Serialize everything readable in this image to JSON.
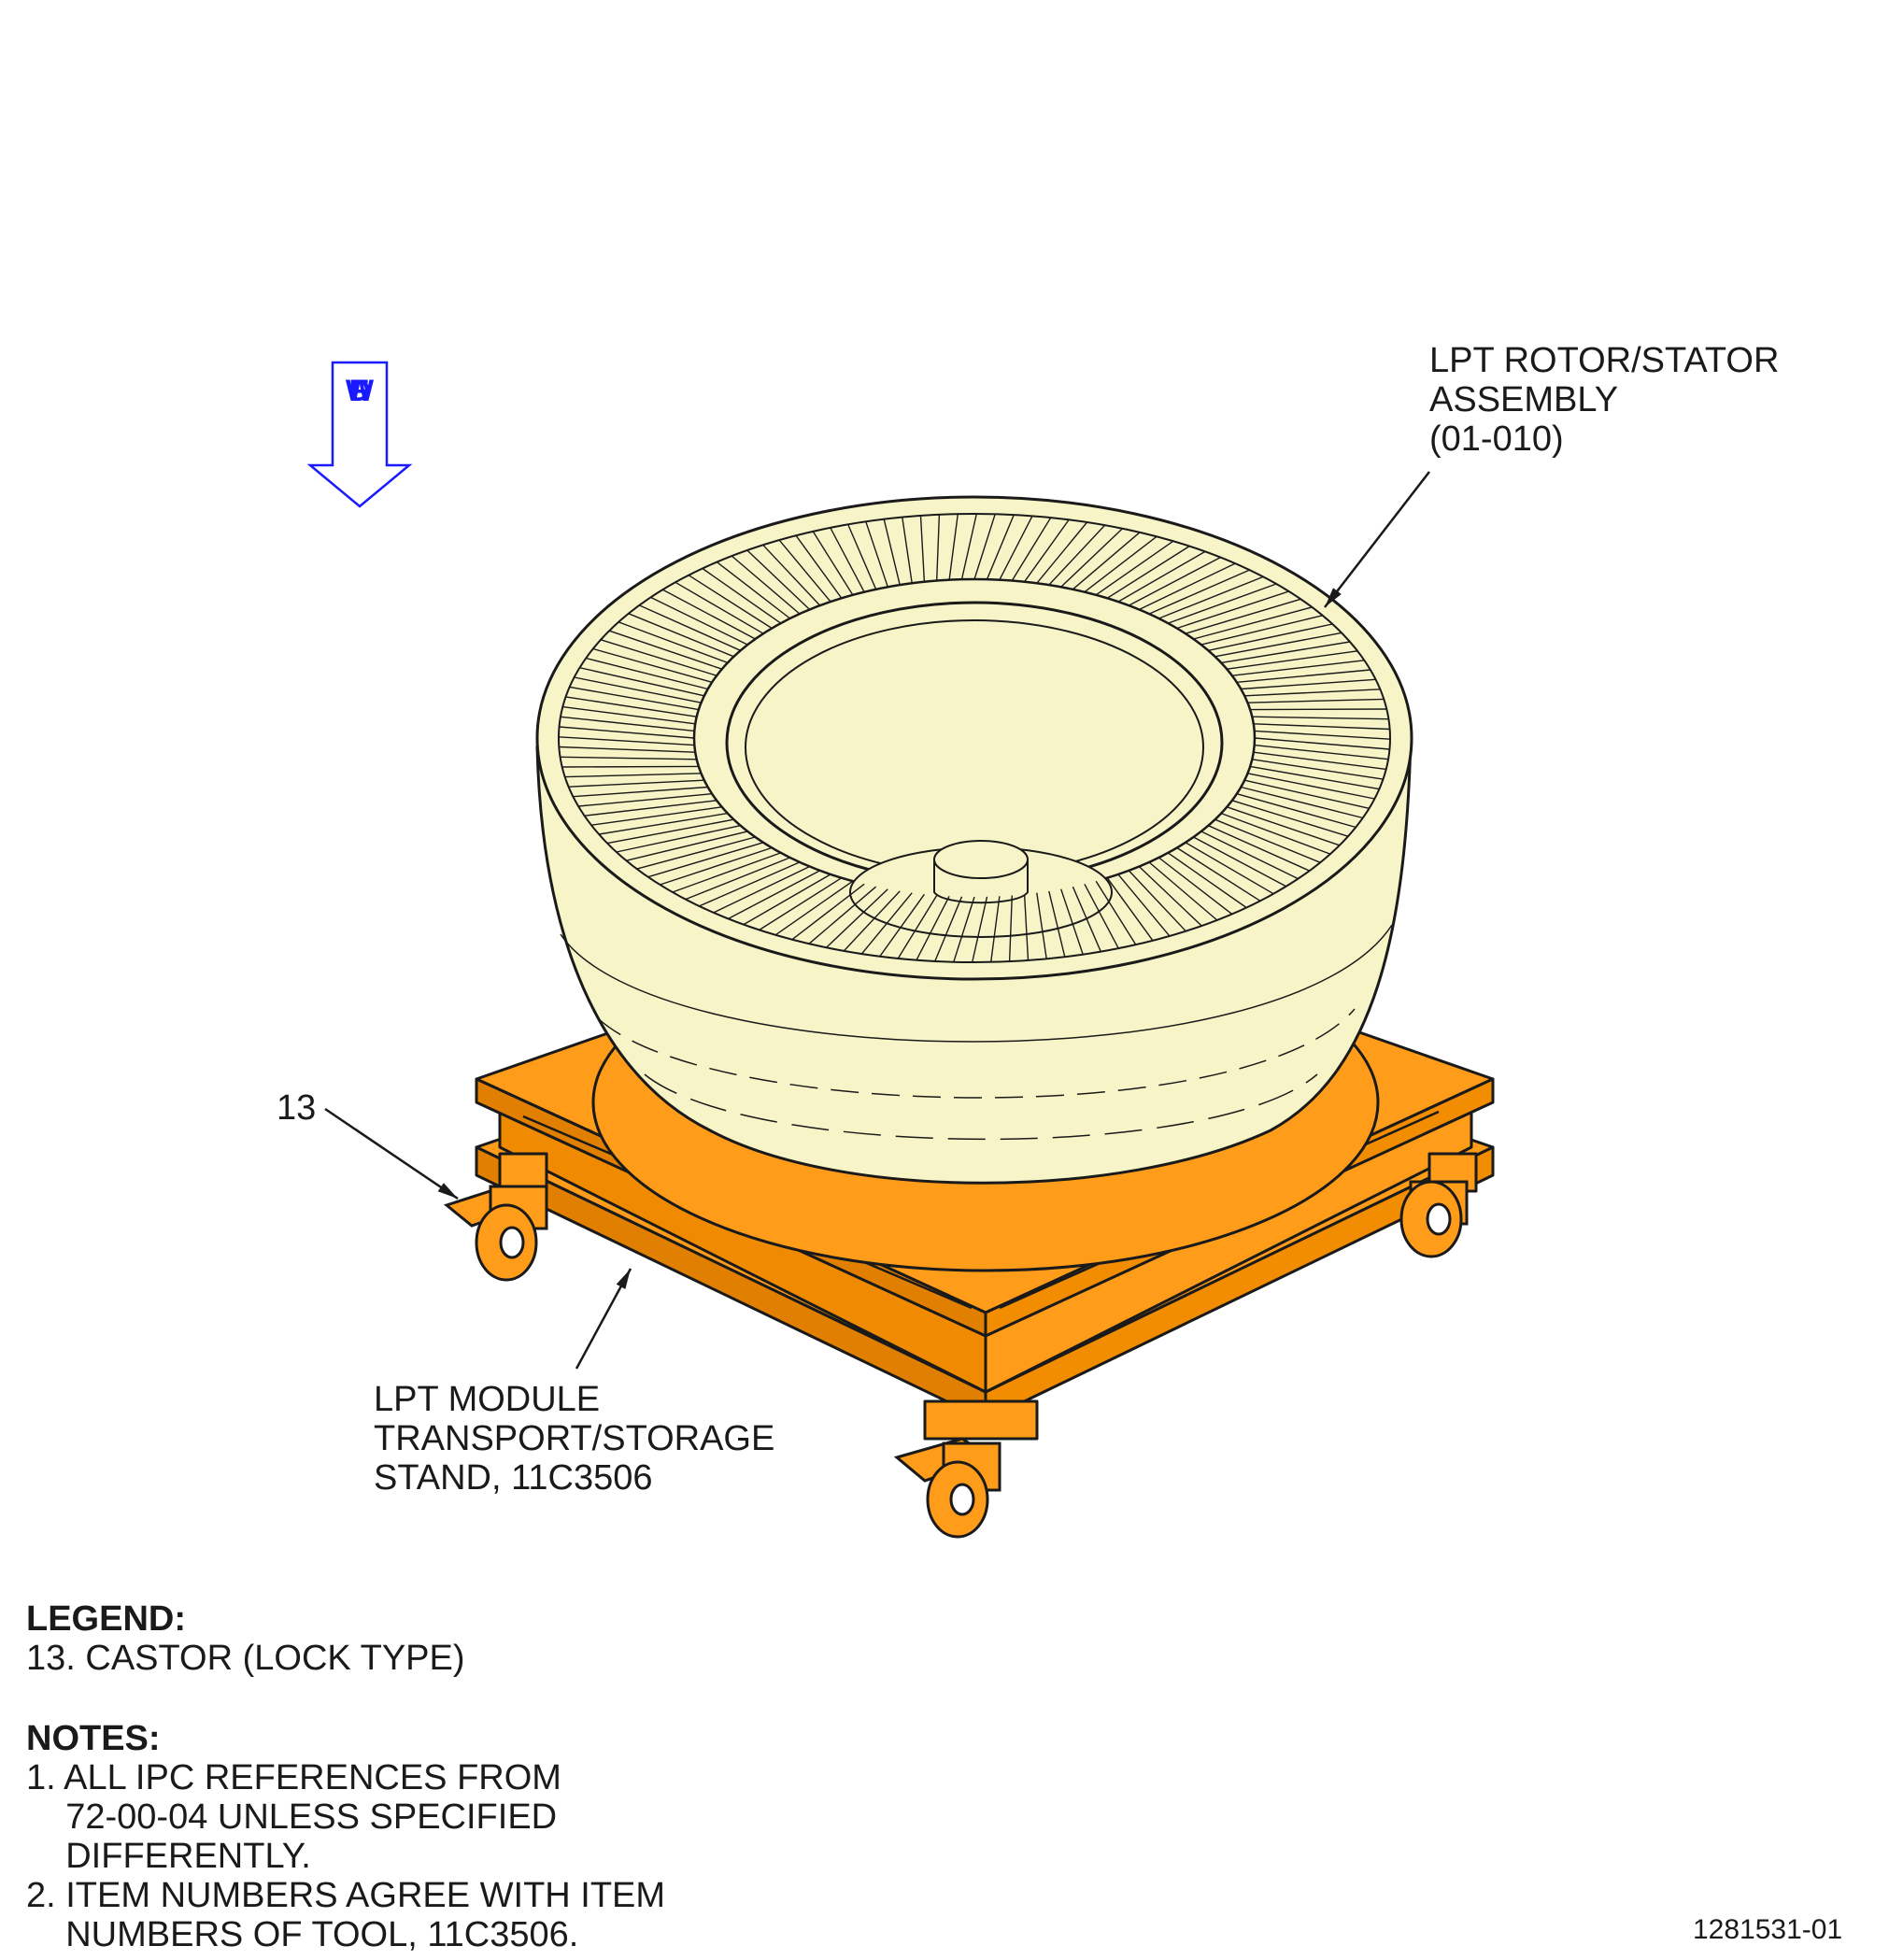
{
  "callouts": {
    "rotor_assembly": [
      "LPT ROTOR/STATOR",
      "ASSEMBLY",
      "(01-010)"
    ],
    "stand": [
      "LPT MODULE",
      "TRANSPORT/STORAGE",
      "STAND, 11C3506"
    ],
    "item_13": "13"
  },
  "fwd": [
    "F",
    "W",
    "D"
  ],
  "legend": {
    "title": "LEGEND:",
    "items": [
      "13. CASTOR (LOCK TYPE)"
    ]
  },
  "notes": {
    "title": "NOTES:",
    "lines": [
      "1. ALL IPC REFERENCES FROM",
      "    72-00-04 UNLESS SPECIFIED",
      "    DIFFERENTLY.",
      "2. ITEM NUMBERS AGREE WITH ITEM",
      "    NUMBERS OF TOOL, 11C3506."
    ]
  },
  "figure_id": "1281531-01",
  "colors": {
    "stand": "#ff9c1a",
    "assembly": "#f7f5c8",
    "fwd_arrow": "#1a1aff",
    "line": "#1a1a1a"
  }
}
